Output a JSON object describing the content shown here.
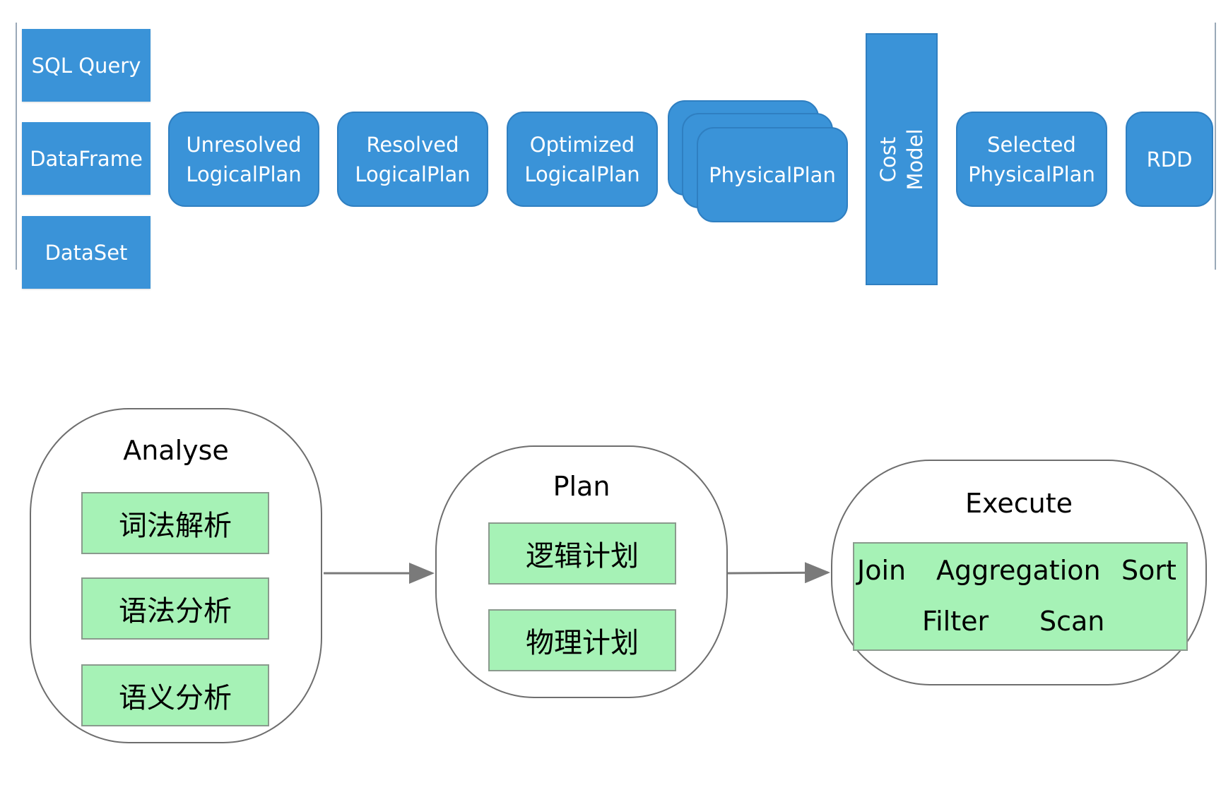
{
  "pipeline": {
    "sources": [
      "SQL Query",
      "DataFrame",
      "DataSet"
    ],
    "stages": {
      "unresolved": "Unresolved\nLogicalPlan",
      "resolved": "Resolved\nLogicalPlan",
      "optimized": "Optimized\nLogicalPlan",
      "physical": "PhysicalPlan",
      "cost_model": "Cost\nModel",
      "selected": "Selected\nPhysicalPlan",
      "rdd": "RDD"
    }
  },
  "flow": {
    "analyse": {
      "title": "Analyse",
      "steps": [
        "词法解析",
        "语法分析",
        "语义分析"
      ]
    },
    "plan": {
      "title": "Plan",
      "steps": [
        "逻辑计划",
        "物理计划"
      ]
    },
    "execute": {
      "title": "Execute",
      "ops": [
        "Join",
        "Aggregation",
        "Sort",
        "Filter",
        "Scan"
      ]
    }
  },
  "colors": {
    "blue": "#3a93d8",
    "green": "#a6f2b6",
    "arrow": "#7a7a7a"
  }
}
